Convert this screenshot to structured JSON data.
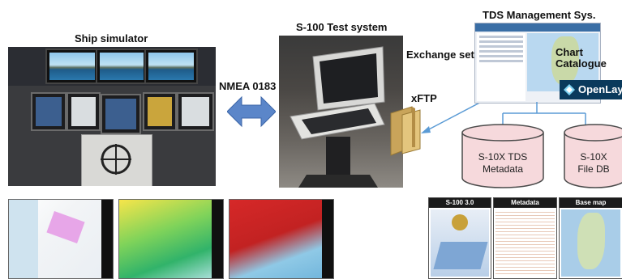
{
  "labels": {
    "ship_simulator": "Ship simulator",
    "test_system": "S-100 Test system",
    "tds_management": "TDS Management Sys.",
    "nmea": "NMEA 0183",
    "exchange_set": "Exchange set",
    "xftp": "xFTP",
    "chart_catalogue_1": "Chart",
    "chart_catalogue_2": "Catalogue",
    "openlayers": "OpenLayers"
  },
  "databases": [
    {
      "line1": "S-10X TDS",
      "line2": "Metadata"
    },
    {
      "line1": "S-10X",
      "line2": "File DB"
    }
  ],
  "panels": [
    {
      "title": "S-100  3.0"
    },
    {
      "title": "Metadata"
    },
    {
      "title": "Base  map"
    }
  ],
  "colors": {
    "arrow_blue": "#5b86c9",
    "db_fill": "#f6d9dc",
    "db_stroke": "#4a4a4a",
    "connector": "#5b9bd5",
    "openlayers_bg": "#0a3a5c"
  }
}
